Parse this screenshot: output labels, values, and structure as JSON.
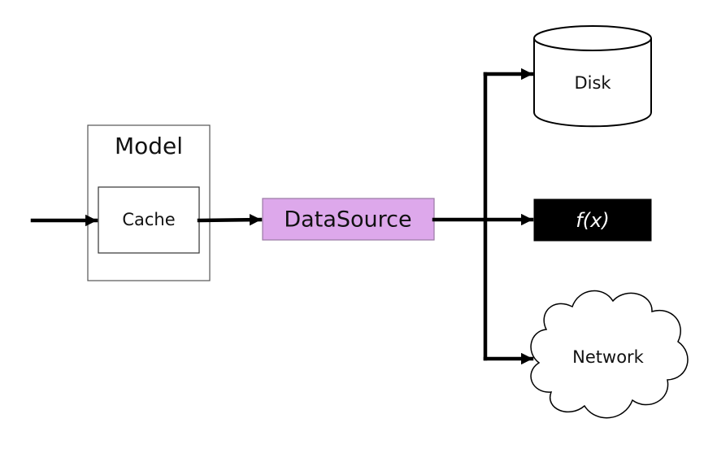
{
  "diagram": {
    "model_label": "Model",
    "cache_label": "Cache",
    "datasource_label": "DataSource",
    "disk_label": "Disk",
    "function_label": "f(x)",
    "network_label": "Network"
  },
  "colors": {
    "datasource_fill": "#dda8eb",
    "datasource_border": "#9a7aa4",
    "function_fill": "#000000",
    "function_text": "#ffffff",
    "stroke": "#000000",
    "background": "#ffffff"
  },
  "icons": {
    "disk": "cylinder-icon",
    "network": "cloud-icon"
  }
}
